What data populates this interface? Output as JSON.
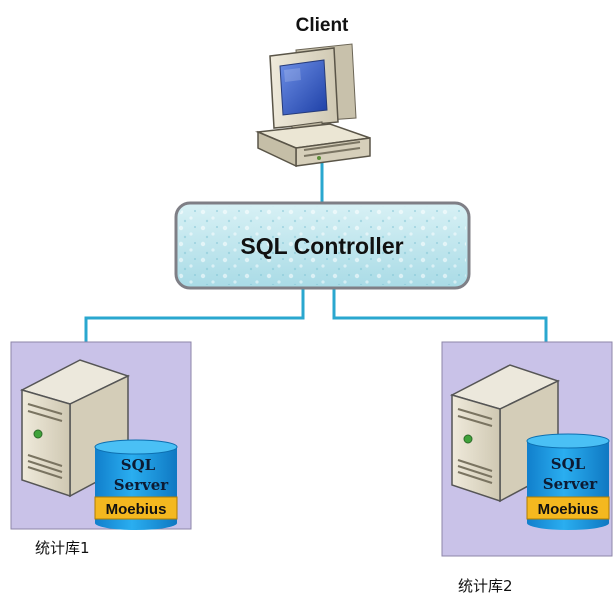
{
  "client": {
    "label": "Client",
    "icon": "desktop-computer-icon"
  },
  "controller": {
    "label": "SQL Controller"
  },
  "servers": [
    {
      "db_line1": "SQL",
      "db_line2": "Server",
      "engine": "Moebius",
      "caption": "统计库1"
    },
    {
      "db_line1": "SQL",
      "db_line2": "Server",
      "engine": "Moebius",
      "caption": "统计库2"
    }
  ],
  "colors": {
    "connector": "#2aa7cf",
    "server_panel": "#c9c2e8",
    "controller_fill": "#bfe6ee",
    "database": "#1b98e0",
    "engine_band": "#f4b81f"
  }
}
